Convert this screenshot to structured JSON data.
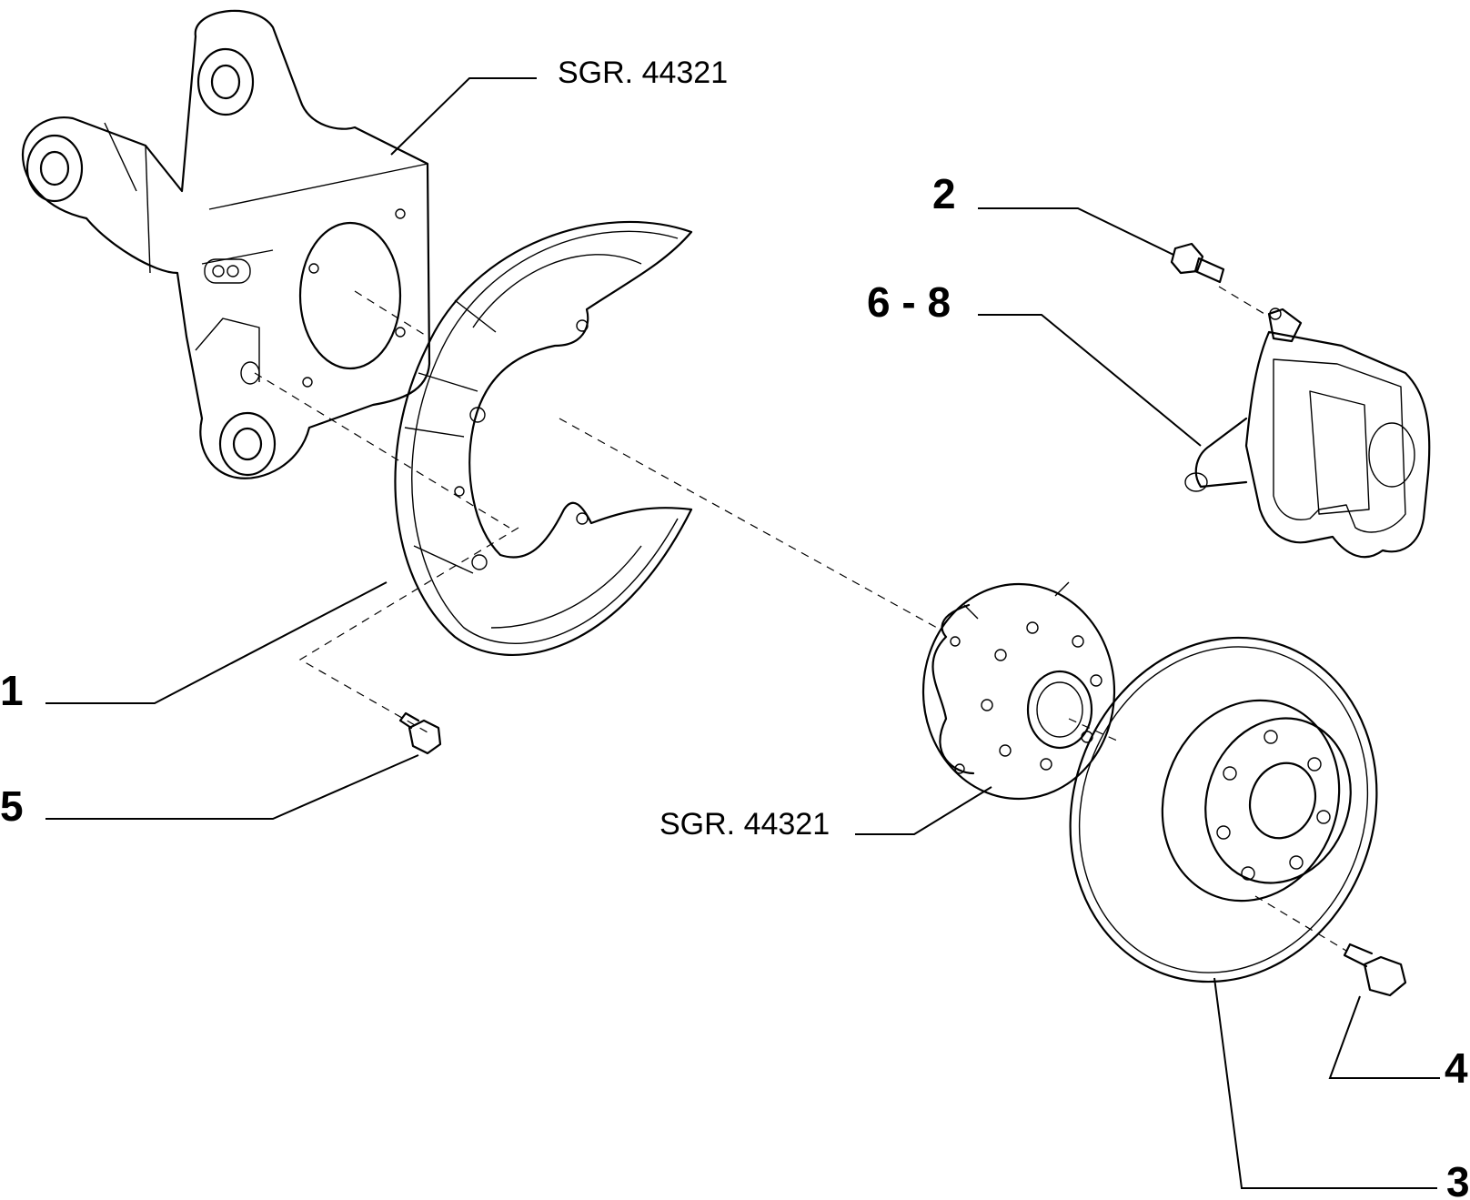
{
  "references": {
    "knuckle": "SGR. 44321",
    "hub": "SGR. 44321"
  },
  "callouts": {
    "dust_shield": "1",
    "caliper_bolt": "2",
    "brake_disc": "3",
    "disc_screw": "4",
    "shield_screw": "5",
    "caliper": "6 - 8"
  }
}
